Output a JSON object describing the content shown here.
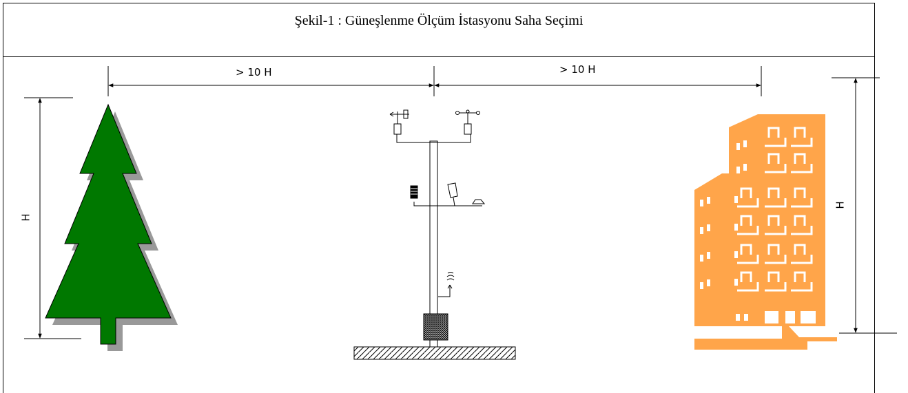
{
  "title": "Şekil-1 : Güneşlenme Ölçüm İstasyonu Saha Seçimi",
  "labels": {
    "distance_left": "> 10 H",
    "distance_right": "> 10 H",
    "height_left": "H",
    "height_right": "H"
  },
  "colors": {
    "tree": "#007800",
    "tree_shadow": "#999999",
    "building": "#ffa54a",
    "line": "#000000"
  }
}
